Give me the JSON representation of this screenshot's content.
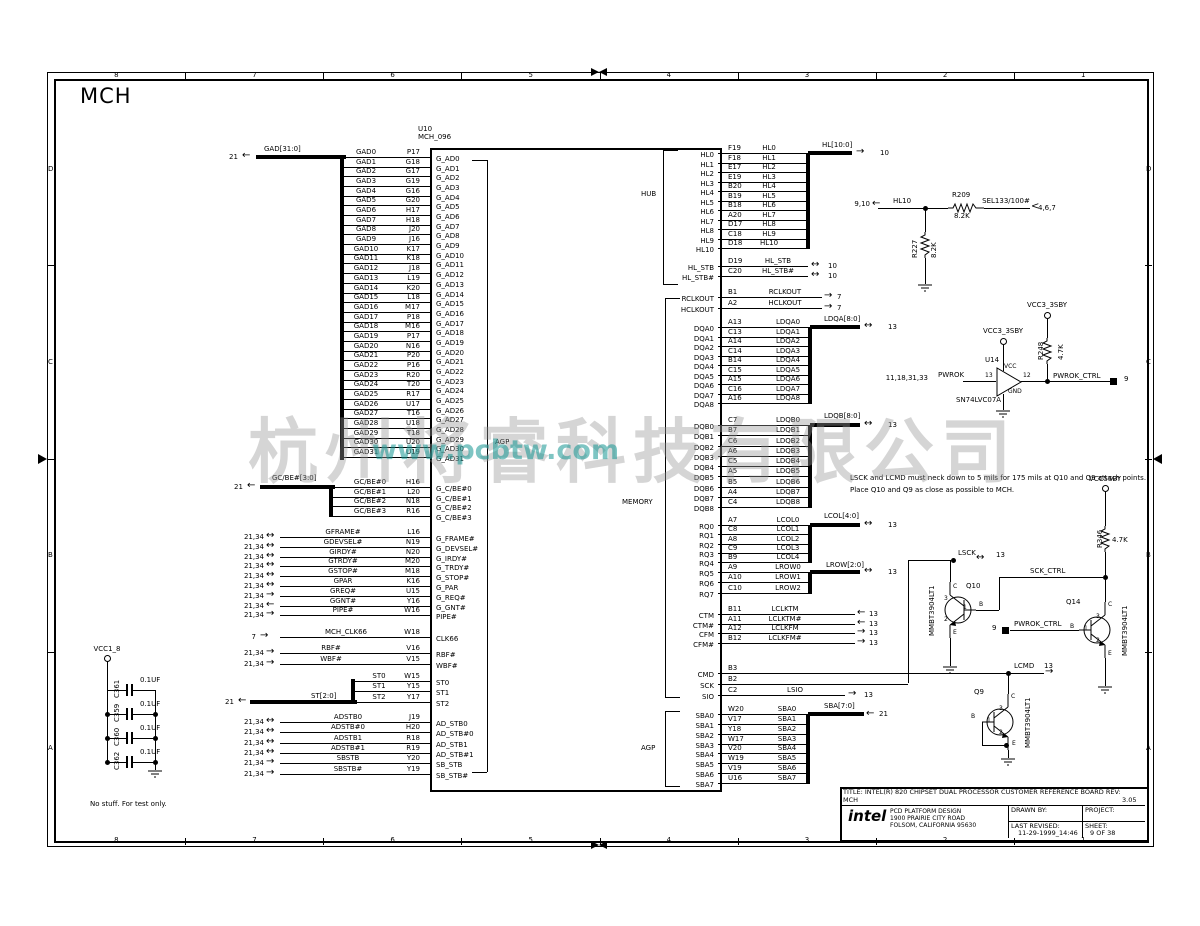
{
  "page_title": "MCH",
  "watermark": {
    "cn": "杭州将睿科技有限公司",
    "url": "www.pcbtw.com"
  },
  "border": {
    "cols": [
      "8",
      "7",
      "6",
      "5",
      "4",
      "3",
      "2",
      "1"
    ],
    "rows": [
      "D",
      "C",
      "B",
      "A"
    ]
  },
  "chip": {
    "ref": "U10",
    "part": "MCH_096",
    "hub": "HUB",
    "agp": "AGP",
    "memory": "MEMORY",
    "agp2": "AGP"
  },
  "left_groups": [
    {
      "id": "gad",
      "bus": {
        "label": "GAD[31:0]",
        "ref": "21"
      },
      "rows": [
        [
          "GAD0",
          "P17",
          "G_AD0"
        ],
        [
          "GAD1",
          "G18",
          "G_AD1"
        ],
        [
          "GAD2",
          "G17",
          "G_AD2"
        ],
        [
          "GAD3",
          "G19",
          "G_AD3"
        ],
        [
          "GAD4",
          "G16",
          "G_AD4"
        ],
        [
          "GAD5",
          "G20",
          "G_AD5"
        ],
        [
          "GAD6",
          "H17",
          "G_AD6"
        ],
        [
          "GAD7",
          "H18",
          "G_AD7"
        ],
        [
          "GAD8",
          "J20",
          "G_AD8"
        ],
        [
          "GAD9",
          "J16",
          "G_AD9"
        ],
        [
          "GAD10",
          "K17",
          "G_AD10"
        ],
        [
          "GAD11",
          "K18",
          "G_AD11"
        ],
        [
          "GAD12",
          "J18",
          "G_AD12"
        ],
        [
          "GAD13",
          "L19",
          "G_AD13"
        ],
        [
          "GAD14",
          "K20",
          "G_AD14"
        ],
        [
          "GAD15",
          "L18",
          "G_AD15"
        ],
        [
          "GAD16",
          "M17",
          "G_AD16"
        ],
        [
          "GAD17",
          "P18",
          "G_AD17"
        ],
        [
          "GAD18",
          "M16",
          "G_AD18"
        ],
        [
          "GAD19",
          "P17",
          "G_AD19"
        ],
        [
          "GAD20",
          "N16",
          "G_AD20"
        ],
        [
          "GAD21",
          "P20",
          "G_AD21"
        ],
        [
          "GAD22",
          "P16",
          "G_AD22"
        ],
        [
          "GAD23",
          "R20",
          "G_AD23"
        ],
        [
          "GAD24",
          "T20",
          "G_AD24"
        ],
        [
          "GAD25",
          "R17",
          "G_AD25"
        ],
        [
          "GAD26",
          "U17",
          "G_AD26"
        ],
        [
          "GAD27",
          "T16",
          "G_AD27"
        ],
        [
          "GAD28",
          "U18",
          "G_AD28"
        ],
        [
          "GAD29",
          "T18",
          "G_AD29"
        ],
        [
          "GAD30",
          "U20",
          "G_AD30"
        ],
        [
          "GAD31",
          "U19",
          "G_AD31"
        ]
      ]
    },
    {
      "id": "gcbe",
      "bus": {
        "label": "GC/BE#[3:0]",
        "ref": "21"
      },
      "rows": [
        [
          "GC/BE#0",
          "H16",
          "G_C/BE#0"
        ],
        [
          "GC/BE#1",
          "L20",
          "G_C/BE#1"
        ],
        [
          "GC/BE#2",
          "N18",
          "G_C/BE#2"
        ],
        [
          "GC/BE#3",
          "R16",
          "G_C/BE#3"
        ]
      ]
    },
    {
      "id": "ctrl",
      "rows": [
        [
          "21,34",
          "↔",
          "GFRAME#",
          "L16",
          "G_FRAME#"
        ],
        [
          "21,34",
          "↔",
          "GDEVSEL#",
          "N19",
          "G_DEVSEL#"
        ],
        [
          "21,34",
          "↔",
          "GIRDY#",
          "N20",
          "G_IRDY#"
        ],
        [
          "21,34",
          "↔",
          "GTRDY#",
          "M20",
          "G_TRDY#"
        ],
        [
          "21,34",
          "↔",
          "GSTOP#",
          "M18",
          "G_STOP#"
        ],
        [
          "21,34",
          "↔",
          "GPAR",
          "K16",
          "G_PAR"
        ],
        [
          "21,34",
          "→",
          "GREQ#",
          "U15",
          "G_REQ#"
        ],
        [
          "21,34",
          "←",
          "GGNT#",
          "Y16",
          "G_GNT#"
        ],
        [
          "21,34",
          "→",
          "PIPE#",
          "W16",
          "PIPE#"
        ]
      ]
    },
    {
      "id": "clk",
      "rows": [
        [
          "7",
          "→",
          "MCH_CLK66",
          "W18",
          "CLK66"
        ]
      ]
    },
    {
      "id": "rbf",
      "rows": [
        [
          "21,34",
          "→",
          "RBF#",
          "V16",
          "RBF#"
        ],
        [
          "21,34",
          "→",
          "WBF#",
          "V15",
          "WBF#"
        ]
      ]
    },
    {
      "id": "st",
      "bus": {
        "label": "ST[2:0]",
        "ref": "21"
      },
      "rows": [
        [
          "ST0",
          "W15",
          "ST0"
        ],
        [
          "ST1",
          "Y15",
          "ST1"
        ],
        [
          "ST2",
          "Y17",
          "ST2"
        ]
      ]
    },
    {
      "id": "stb",
      "rows": [
        [
          "21,34",
          "↔",
          "ADSTB0",
          "J19",
          "AD_STB0"
        ],
        [
          "21,34",
          "↔",
          "ADSTB#0",
          "H20",
          "AD_STB#0"
        ],
        [
          "21,34",
          "↔",
          "ADSTB1",
          "R18",
          "AD_STB1"
        ],
        [
          "21,34",
          "↔",
          "ADSTB#1",
          "R19",
          "AD_STB#1"
        ],
        [
          "21,34",
          "→",
          "SBSTB",
          "Y20",
          "SB_STB"
        ],
        [
          "21,34",
          "→",
          "SBSTB#",
          "Y19",
          "SB_STB#"
        ]
      ]
    }
  ],
  "right_groups": [
    {
      "id": "hl",
      "bus": {
        "label": "HL[10:0]",
        "ref": "10"
      },
      "rows": [
        [
          "HL0",
          "F19",
          "HL0"
        ],
        [
          "HL1",
          "F18",
          "HL1"
        ],
        [
          "HL2",
          "E17",
          "HL2"
        ],
        [
          "HL3",
          "E19",
          "HL3"
        ],
        [
          "HL4",
          "B20",
          "HL4"
        ],
        [
          "HL5",
          "B19",
          "HL5"
        ],
        [
          "HL6",
          "B18",
          "HL6"
        ],
        [
          "HL7",
          "A20",
          "HL7"
        ],
        [
          "HL8",
          "D17",
          "HL8"
        ],
        [
          "HL9",
          "C18",
          "HL9"
        ],
        [
          "HL10",
          "D18",
          "HL10"
        ]
      ]
    },
    {
      "id": "hlstb",
      "rows": [
        [
          "HL_STB",
          "D19",
          "HL_STB",
          "↔",
          "10"
        ],
        [
          "HL_STB#",
          "C20",
          "HL_STB#",
          "↔",
          "10"
        ]
      ]
    },
    {
      "id": "clkout",
      "rows": [
        [
          "RCLKOUT",
          "B1",
          "RCLKOUT",
          "→",
          "7"
        ],
        [
          "HCLKOUT",
          "A2",
          "HCLKOUT",
          "→",
          "7"
        ]
      ]
    },
    {
      "id": "dqa",
      "bus": {
        "label": "LDQA[8:0]",
        "ref": "13"
      },
      "rows": [
        [
          "DQA0",
          "A13",
          "LDQA0"
        ],
        [
          "DQA1",
          "C13",
          "LDQA1"
        ],
        [
          "DQA2",
          "A14",
          "LDQA2"
        ],
        [
          "DQA3",
          "C14",
          "LDQA3"
        ],
        [
          "DQA4",
          "B14",
          "LDQA4"
        ],
        [
          "DQA5",
          "C15",
          "LDQA5"
        ],
        [
          "DQA6",
          "A15",
          "LDQA6"
        ],
        [
          "DQA7",
          "C16",
          "LDQA7"
        ],
        [
          "DQA8",
          "A16",
          "LDQA8"
        ]
      ]
    },
    {
      "id": "dqb",
      "bus": {
        "label": "LDQB[8:0]",
        "ref": "13"
      },
      "rows": [
        [
          "DQB0",
          "C7",
          "LDQB0"
        ],
        [
          "DQB1",
          "B7",
          "LDQB1"
        ],
        [
          "DQB2",
          "C6",
          "LDQB2"
        ],
        [
          "DQB3",
          "A6",
          "LDQB3"
        ],
        [
          "DQB4",
          "C5",
          "LDQB4"
        ],
        [
          "DQB5",
          "A5",
          "LDQB5"
        ],
        [
          "DQB6",
          "B5",
          "LDQB6"
        ],
        [
          "DQB7",
          "A4",
          "LDQB7"
        ],
        [
          "DQB8",
          "C4",
          "LDQB8"
        ]
      ]
    },
    {
      "id": "lcol",
      "bus": {
        "label": "LCOL[4:0]",
        "ref": "13"
      },
      "rows": [
        [
          "RQ0",
          "A7",
          "LCOL0"
        ],
        [
          "RQ1",
          "C8",
          "LCOL1"
        ],
        [
          "RQ2",
          "A8",
          "LCOL2"
        ],
        [
          "RQ3",
          "C9",
          "LCOL3"
        ],
        [
          "RQ4",
          "B9",
          "LCOL4"
        ]
      ]
    },
    {
      "id": "lrow",
      "bus": {
        "label": "LROW[2:0]",
        "ref": "13"
      },
      "rows": [
        [
          "RQ5",
          "A9",
          "LROW0"
        ],
        [
          "RQ6",
          "A10",
          "LROW1"
        ],
        [
          "RQ7",
          "C10",
          "LROW2"
        ]
      ]
    },
    {
      "id": "ctm",
      "rows": [
        [
          "CTM",
          "B11",
          "LCLKTM",
          "←",
          "13"
        ],
        [
          "CTM#",
          "A11",
          "LCLKTM#",
          "←",
          "13"
        ],
        [
          "CFM",
          "A12",
          "LCLKFM",
          "→",
          "13"
        ],
        [
          "CFM#",
          "B12",
          "LCLKFM#",
          "→",
          "13"
        ]
      ]
    },
    {
      "id": "cmd",
      "rows": [
        [
          "CMD",
          "B3",
          "",
          "",
          ""
        ],
        [
          "SCK",
          "B2",
          "",
          "",
          ""
        ],
        [
          "SIO",
          "C2",
          "LSIO",
          "→",
          "13"
        ]
      ]
    },
    {
      "id": "sba",
      "bus": {
        "label": "SBA[7:0]",
        "ref": "21"
      },
      "rows": [
        [
          "SBA0",
          "W20",
          "SBA0"
        ],
        [
          "SBA1",
          "V17",
          "SBA1"
        ],
        [
          "SBA2",
          "Y18",
          "SBA2"
        ],
        [
          "SBA3",
          "W17",
          "SBA3"
        ],
        [
          "SBA4",
          "V20",
          "SBA4"
        ],
        [
          "SBA5",
          "W19",
          "SBA5"
        ],
        [
          "SBA6",
          "V19",
          "SBA6"
        ],
        [
          "SBA7",
          "U16",
          "SBA7"
        ]
      ]
    }
  ],
  "circuits": {
    "hl10": {
      "refs_left": "9,10",
      "net": "HL10",
      "r209": "R209",
      "r209_val": "8.2K",
      "sel": "SEL133/100#",
      "refs_right": "4,6,7",
      "r227": "R227",
      "r227_val": "8.2K"
    },
    "pwrok": {
      "refs": "11,18,31,33",
      "net": "PWROK",
      "u14": "U14",
      "part": "SN74LVC07A",
      "pin_in": "13",
      "pin_out": "12",
      "vcc": "VCC",
      "gnd": "GND",
      "rail": "VCC3_3SBY",
      "rail2": "VCC3_3SBY",
      "r248": "R248",
      "r248_val": "4.7K",
      "out_net": "PWROK_CTRL",
      "out_ref": "9"
    },
    "sck_cmd": {
      "lsck": "LSCK",
      "lsck_ref": "13",
      "sck_ctrl": "SCK_CTRL",
      "q10": "Q10",
      "q10_part": "MMBT3904LT1",
      "rail": "VCC5SBY",
      "r346": "R346",
      "r346_val": "4.7K",
      "q14": "Q14",
      "q14_part": "MMBT3904LT1",
      "pwrok_ctrl": "PWROK_CTRL",
      "pwrok_ref": "9",
      "lcmd": "LCMD",
      "lcmd_ref": "13",
      "q9": "Q9",
      "q9_part": "MMBT3904LT1",
      "note1": "LSCK and LCMD must neck down to 5 mils for 175 mils at Q10 and Q9 attach points.",
      "note2": "Place Q10 and Q9 as close as possible to MCH."
    },
    "bjt": {
      "c": "C",
      "b": "B",
      "e": "E",
      "n3": "3",
      "n1": "1",
      "n2": "2"
    },
    "caps": {
      "rail": "VCC1_8",
      "list": [
        {
          "ref": "C361",
          "val": "0.1UF"
        },
        {
          "ref": "C359",
          "val": "0.1UF"
        },
        {
          "ref": "C360",
          "val": "0.1UF"
        },
        {
          "ref": "C362",
          "val": "0.1UF"
        }
      ],
      "note": "No stuff. For test only."
    }
  },
  "title_block": {
    "title": "TITLE: INTEL(R) 820 CHIPSET DUAL PROCESSOR CUSTOMER REFERENCE BOARD REV:",
    "subtitle": "MCH",
    "rev": "3.05",
    "logo": "intel",
    "addr1": "PCD PLATFORM DESIGN",
    "addr2": "1900 PRAIRIE CITY ROAD",
    "addr3": "FOLSOM, CALIFORNIA 95630",
    "drawn_label": "DRAWN BY:",
    "project_label": "PROJECT:",
    "revised_label": "LAST REVISED:",
    "revised_value": "11-29-1999_14:46",
    "sheet_label": "SHEET:",
    "sheet_value": "9 OF 38"
  }
}
